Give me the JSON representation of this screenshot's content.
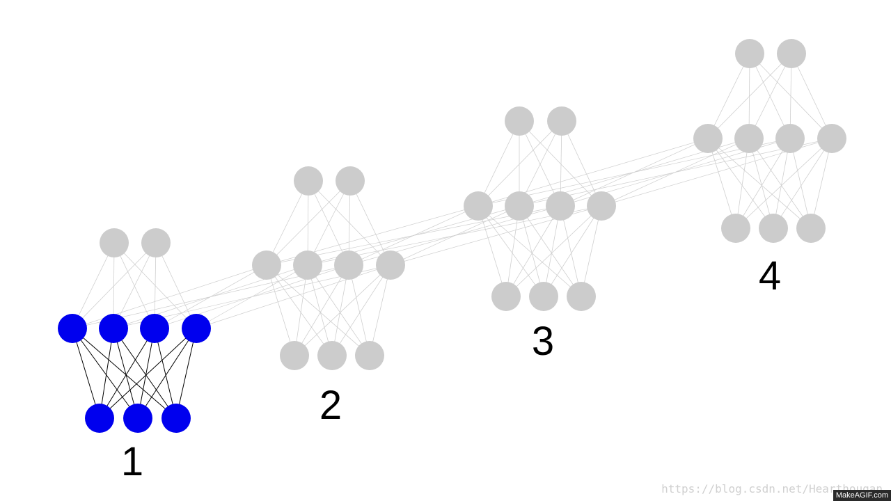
{
  "colors": {
    "active_node": "#0000ee",
    "inactive_node": "#cccccc",
    "active_edge": "#000000",
    "inactive_edge": "#cfcfcf"
  },
  "networks": [
    {
      "label": "1",
      "active": true
    },
    {
      "label": "2",
      "active": false
    },
    {
      "label": "3",
      "active": false
    },
    {
      "label": "4",
      "active": false
    }
  ],
  "watermark": "https://blog.csdn.net/Hearthougan",
  "badge": "MakeAGIF.com"
}
